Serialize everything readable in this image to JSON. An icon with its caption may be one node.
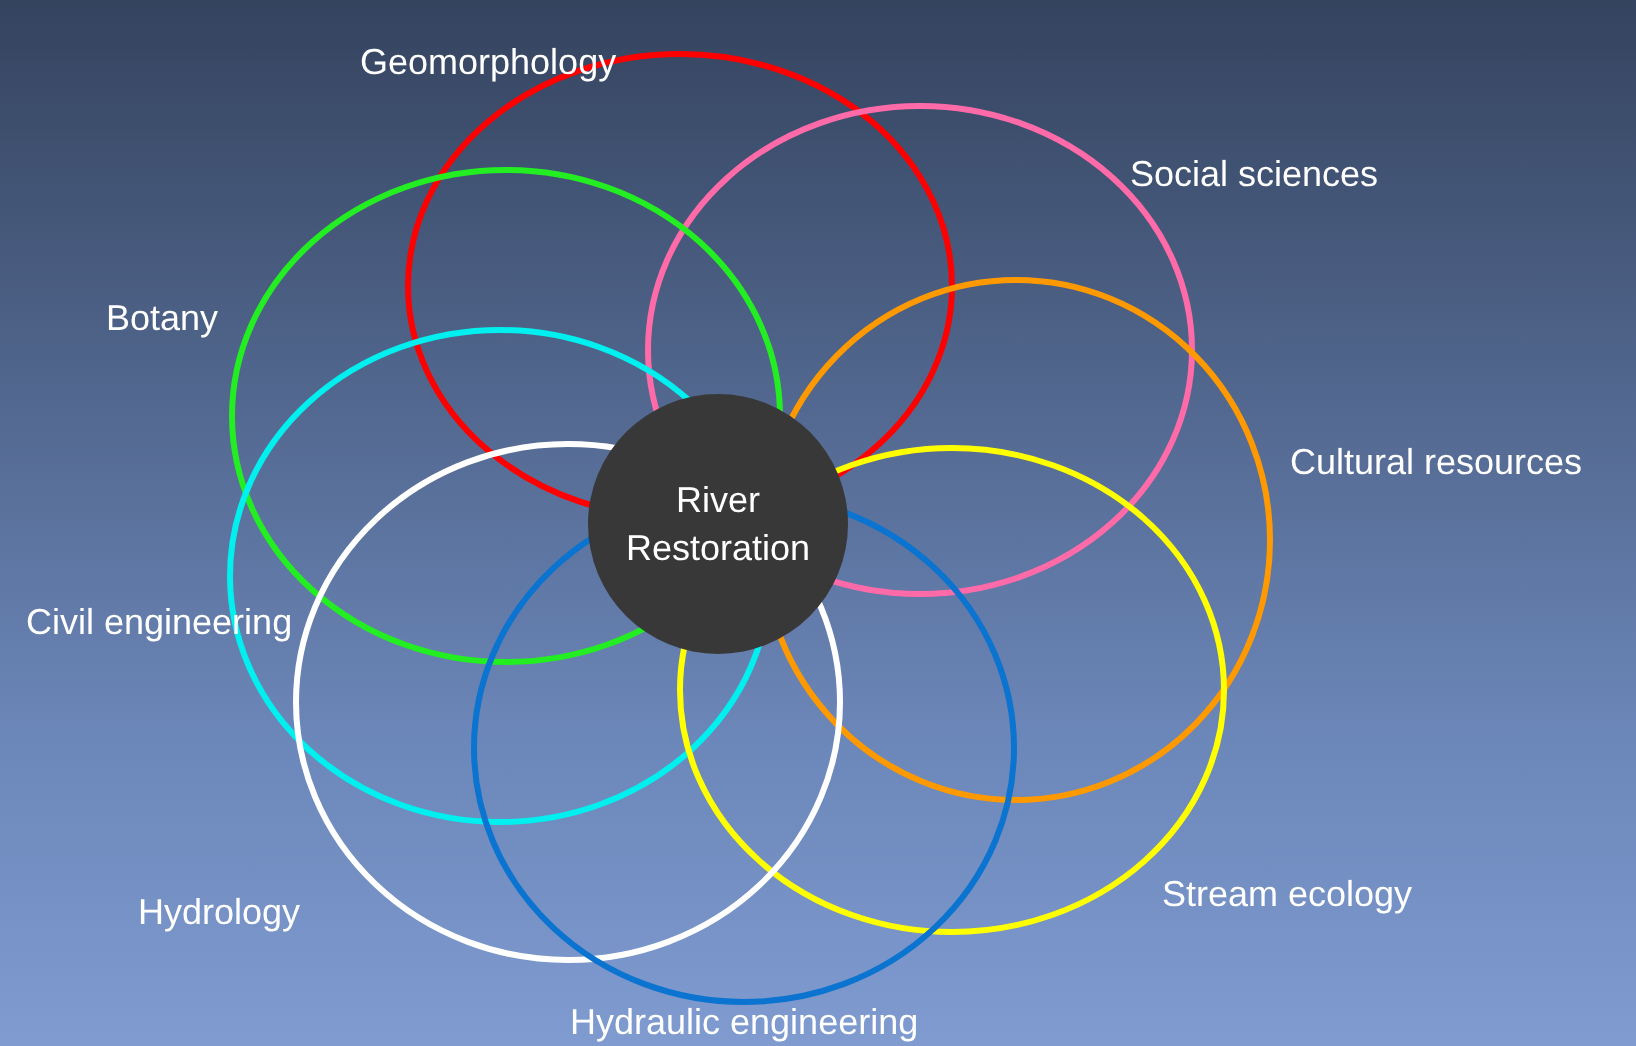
{
  "diagram": {
    "nodes": [
      {
        "text": [
          "Geomorphology"
        ]
      },
      {
        "text": [
          "Social sciences"
        ]
      },
      {
        "text": [
          "Botany"
        ]
      },
      {
        "text": [
          "Cultural resources"
        ]
      },
      {
        "text": [
          "River Restoration"
        ]
      },
      {
        "text": [
          "Civil engineering"
        ]
      },
      {
        "text": [
          "Stream ecology"
        ]
      },
      {
        "text": [
          "Hydrology"
        ]
      },
      {
        "text": [
          "Hydraulic engineering"
        ]
      }
    ]
  }
}
